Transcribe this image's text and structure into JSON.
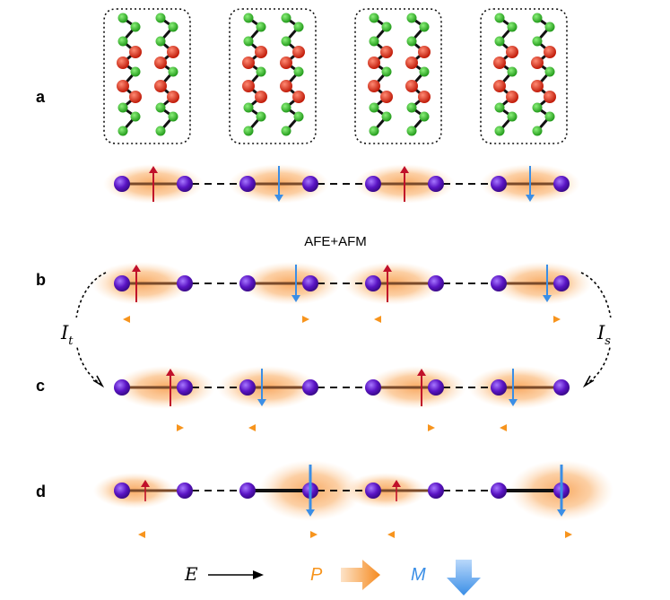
{
  "panel_labels": {
    "a": "a",
    "b": "b",
    "c": "c",
    "d": "d"
  },
  "title_b": "AFE+AFM",
  "ops": {
    "left_main": "I",
    "left_sub": "t",
    "right_main": "I",
    "right_sub": "s"
  },
  "legend": {
    "e": "E",
    "p": "P",
    "m": "M"
  },
  "colors": {
    "atom_green": "#3fbf2f",
    "atom_red": "#e8321e",
    "atom_purple": "#6a22c9",
    "spin_up": "#c0102a",
    "spin_down": "#3a8ee6",
    "polarization": "#f7941d",
    "glow": "#fbb46e"
  }
}
